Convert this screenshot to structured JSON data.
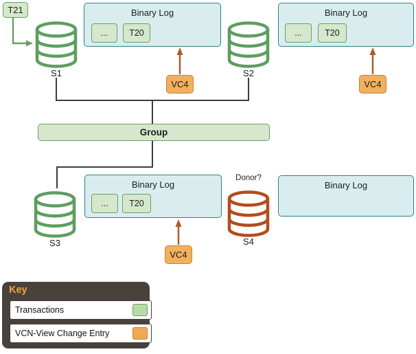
{
  "diagram": {
    "t21_label": "T21",
    "group_label": "Group",
    "donor_label": "Donor?",
    "servers": {
      "s1": "S1",
      "s2": "S2",
      "s3": "S3",
      "s4": "S4"
    },
    "binlog1": {
      "title": "Binary Log",
      "item_dots": "...",
      "item_t20": "T20"
    },
    "binlog2": {
      "title": "Binary Log",
      "item_dots": "...",
      "item_t20": "T20"
    },
    "binlog3": {
      "title": "Binary Log",
      "item_dots": "...",
      "item_t20": "T20"
    },
    "binlog4": {
      "title": "Binary Log"
    },
    "vc1_label": "VC4",
    "vc2_label": "VC4",
    "vc3_label": "VC4"
  },
  "key": {
    "title": "Key",
    "entries": [
      {
        "label": "Transactions",
        "swatch": "green-swatch-icon"
      },
      {
        "label": "VCN-View Change Entry",
        "swatch": "orange-swatch-icon"
      }
    ]
  },
  "colors": {
    "transaction_green_fill": "#d5e8cd",
    "transaction_green_border": "#6b9d62",
    "binlog_teal_fill": "#d9edee",
    "binlog_teal_border": "#2f7f85",
    "view_change_orange_fill": "#f1b05e",
    "view_change_orange_border": "#cc7e33",
    "arrow_rust": "#b05a26",
    "database_green": "#5d9e5f",
    "database_donor_rust": "#b34c1e",
    "connector_gray": "#3c3c3c",
    "key_background": "#49423c",
    "key_title_orange": "#f0a43d"
  }
}
